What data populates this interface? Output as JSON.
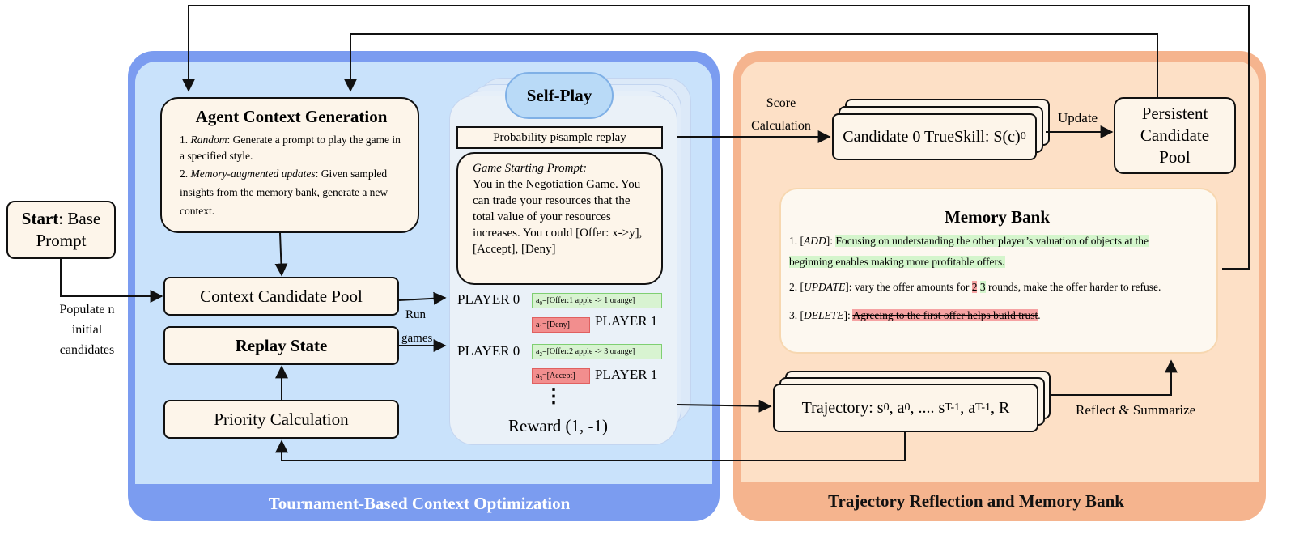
{
  "panels": {
    "left_title": "Tournament-Based Context Optimization",
    "right_title": "Trajectory Reflection and Memory Bank"
  },
  "start": {
    "bold": "Start",
    "rest": ": Base",
    "line2": "Prompt"
  },
  "populate_label": [
    "Populate n",
    "initial",
    "candidates"
  ],
  "agent_context": {
    "title": "Agent Context Generation",
    "item1_num": "1. ",
    "item1_label": "Random",
    "item1_text": ": Generate a prompt to play the game in a specified style.",
    "item2_num": "2. ",
    "item2_label": "Memory-augmented updates",
    "item2_text": ": Given sampled insights from the memory bank, generate a new context."
  },
  "context_candidate_pool": "Context Candidate Pool",
  "replay_state": "Replay State",
  "priority_calculation": "Priority Calculation",
  "run_games": [
    "Run",
    "games"
  ],
  "self_play": {
    "title": "Self-Play",
    "prob_prefix": "Probability p",
    "prob_sub": "i",
    "prob_suffix": " sample replay",
    "prompt_title": "Game Starting Prompt:",
    "prompt_text": "You in the Negotiation Game. You can trade your resources that the total value of your resources increases. You could [Offer: x->y], [Accept], [Deny]",
    "turns": [
      {
        "player": "PLAYER 0",
        "action_sym": "a",
        "action_sub": "0",
        "action_text": "=[Offer:1 apple -> 1 orange]"
      },
      {
        "player": "PLAYER 1",
        "action_sym": "a",
        "action_sub": "1",
        "action_text": "=[Deny]"
      },
      {
        "player": "PLAYER 0",
        "action_sym": "a",
        "action_sub": "2",
        "action_text": "=[Offer:2 apple -> 3 orange]"
      },
      {
        "player": "PLAYER 1",
        "action_sym": "a",
        "action_sub": "3",
        "action_text": "=[Accept]"
      }
    ],
    "ellipsis": "⋮",
    "reward": "Reward (1, -1)"
  },
  "score_calculation": [
    "Score",
    "Calculation"
  ],
  "candidate_trueskill": {
    "text": "Candidate 0 TrueSkill: S(c)",
    "sub": "0"
  },
  "update_label": "Update",
  "persistent_pool": [
    "Persistent",
    "Candidate",
    "Pool"
  ],
  "memory_bank": {
    "title": "Memory Bank",
    "add_num": "1. [",
    "add_tag": "ADD",
    "add_close": "]: ",
    "add_text": "Focusing on understanding the other player’s valuation of objects at the beginning enables making more profitable offers.",
    "update_num": "2. [",
    "update_tag": "UPDATE",
    "update_close": "]: vary the offer amounts for ",
    "update_old": "2",
    "update_new": "3",
    "update_text": " rounds, make the offer harder to refuse.",
    "delete_num": "3. [",
    "delete_tag": "DELETE",
    "delete_close": "]: ",
    "delete_text": "Agreeing to the first offer helps build trust",
    "delete_end": "."
  },
  "trajectory": {
    "p1": "Trajectory: s",
    "s0": "0",
    "p2": ", a",
    "a0": "0",
    "p3": ", .... s",
    "sT": "T-1",
    "p4": ", a",
    "aT": "T-1",
    "p5": ", R"
  },
  "reflect_label": "Reflect & Summarize",
  "colors": {
    "left_panel_border": "#7b9cf0",
    "left_panel_fill": "#c9e2fb",
    "right_panel_border": "#f5b48e",
    "right_panel_fill": "#fde0c6",
    "box_fill": "#fdf5ea",
    "self_play_badge": "#b9daf7",
    "green_highlight": "#d4f5cc",
    "red_highlight": "#f6a3a3"
  }
}
